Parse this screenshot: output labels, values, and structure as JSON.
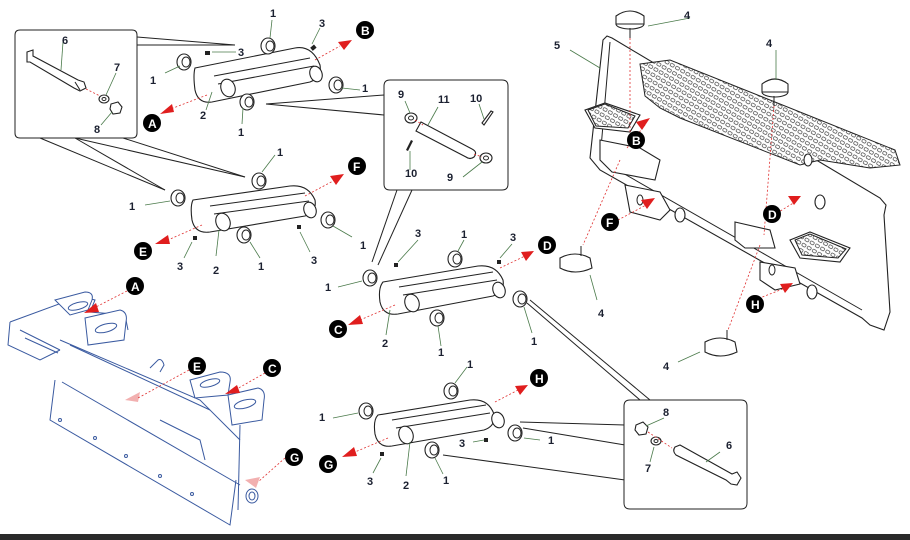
{
  "diagram": {
    "title": "Exploded parts diagram – linkage arms to bracket assembly",
    "part_numbers": {
      "bushing": "1",
      "link_arm": "2",
      "grease_fitting": "3",
      "foot_pad": "4",
      "platform_frame": "5",
      "pivot_bolt": "6",
      "washer": "7",
      "nut": "8",
      "pin_washer": "9",
      "roll_pin": "10",
      "pivot_pin": "11"
    },
    "callouts": [
      "A",
      "B",
      "C",
      "D",
      "E",
      "F",
      "G",
      "H"
    ],
    "colors": {
      "arrow": "#e01e1e",
      "callout_bg": "#000000",
      "bracket_line": "#3a5aa0",
      "leader": "#4a7a4a",
      "label": "#1b2030"
    }
  }
}
